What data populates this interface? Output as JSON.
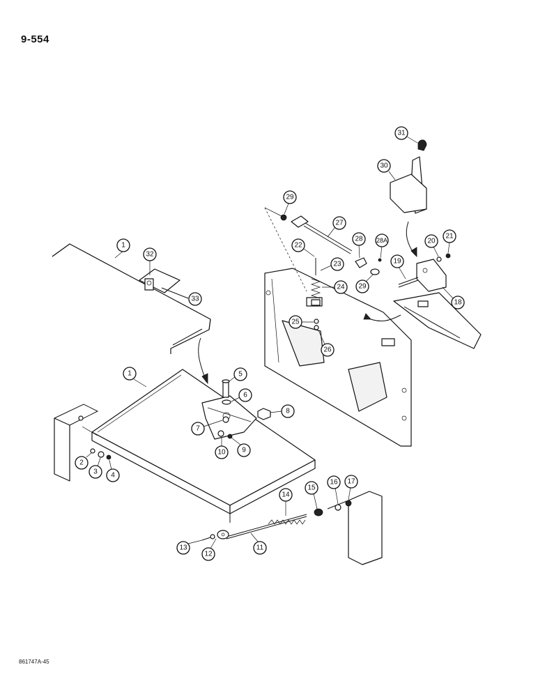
{
  "page_number": "9-554",
  "figure_id": "861747A-45",
  "callouts": [
    "1",
    "32",
    "33",
    "1",
    "5",
    "6",
    "7",
    "8",
    "9",
    "10",
    "2",
    "3",
    "4",
    "14",
    "15",
    "16",
    "17",
    "11",
    "12",
    "13",
    "29",
    "27",
    "28",
    "28A",
    "22",
    "23",
    "24",
    "25",
    "26",
    "29",
    "31",
    "30",
    "20",
    "21",
    "19",
    "18"
  ]
}
